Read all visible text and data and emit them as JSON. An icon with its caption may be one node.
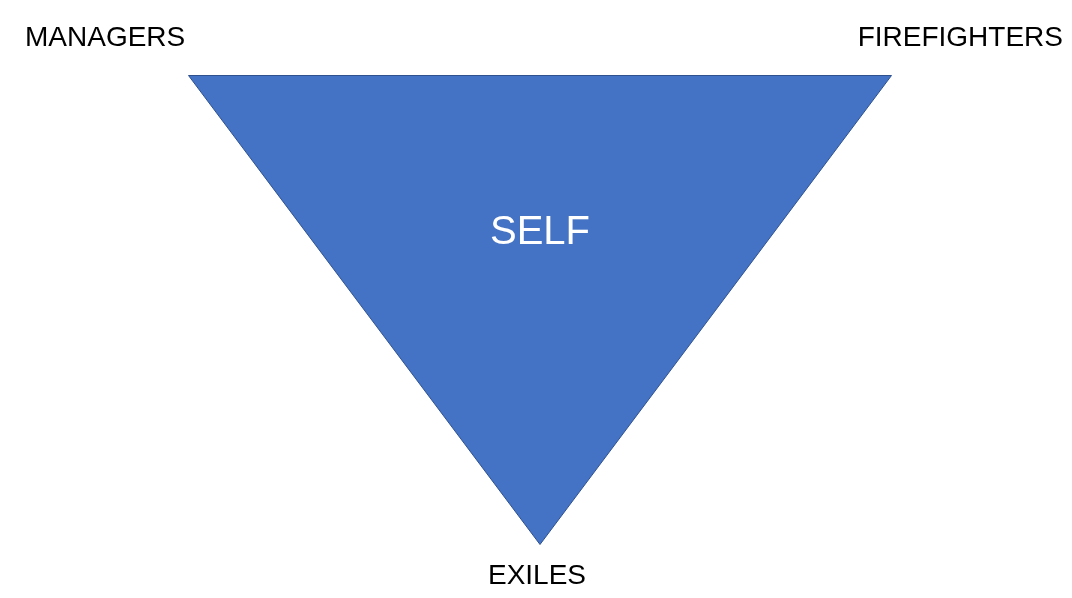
{
  "diagram": {
    "nodes": [
      {
        "text": [
          "SELF"
        ]
      }
    ],
    "edges": [],
    "labels": [
      "MANAGERS",
      "FIREFIGHTERS",
      "EXILES"
    ]
  }
}
